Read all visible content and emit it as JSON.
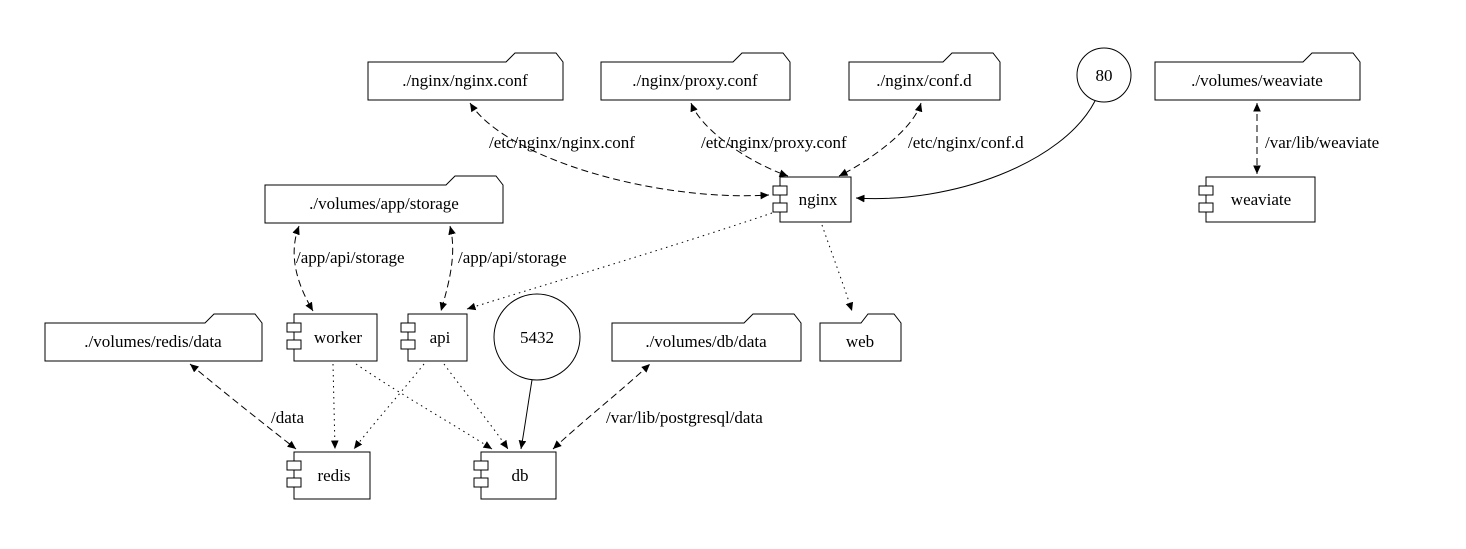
{
  "diagram": {
    "nodes": {
      "nginx_conf_folder": "./nginx/nginx.conf",
      "proxy_conf_folder": "./nginx/proxy.conf",
      "conf_d_folder": "./nginx/conf.d",
      "port_80": "80",
      "weaviate_volume_folder": "./volumes/weaviate",
      "app_storage_folder": "./volumes/app/storage",
      "nginx_service": "nginx",
      "weaviate_service": "weaviate",
      "redis_data_folder": "./volumes/redis/data",
      "worker_service": "worker",
      "api_service": "api",
      "port_5432": "5432",
      "db_data_folder": "./volumes/db/data",
      "web_folder": "web",
      "redis_service": "redis",
      "db_service": "db"
    },
    "edge_labels": {
      "nginx_conf_mount": "/etc/nginx/nginx.conf",
      "proxy_conf_mount": "/etc/nginx/proxy.conf",
      "conf_d_mount": "/etc/nginx/conf.d",
      "weaviate_mount": "/var/lib/weaviate",
      "worker_storage_mount": "/app/api/storage",
      "api_storage_mount": "/app/api/storage",
      "redis_data_mount": "/data",
      "db_data_mount": "/var/lib/postgresql/data"
    }
  }
}
